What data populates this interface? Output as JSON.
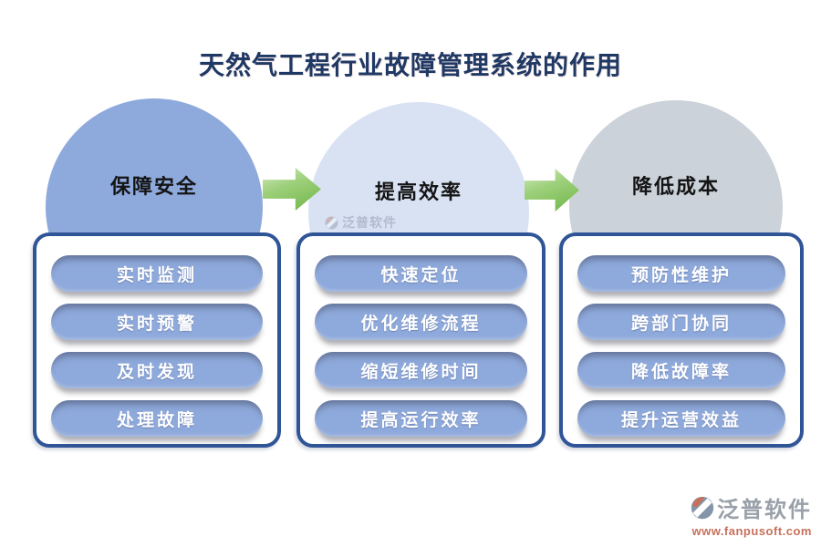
{
  "title": "天然气工程行业故障管理系统的作用",
  "diagram": {
    "columns": [
      {
        "circle_label": "保障安全",
        "items": [
          "实时监测",
          "实时预警",
          "及时发现",
          "处理故障"
        ]
      },
      {
        "circle_label": "提高效率",
        "items": [
          "快速定位",
          "优化维修流程",
          "缩短维修时间",
          "提高运行效率"
        ]
      },
      {
        "circle_label": "降低成本",
        "items": [
          "预防性维护",
          "跨部门协同",
          "降低故障率",
          "提升运营效益"
        ]
      }
    ],
    "arrow_direction": "right"
  },
  "watermark": {
    "text": "泛普软件"
  },
  "footer_logo": {
    "name": "泛普软件",
    "url": "www.fanpusoft.com"
  },
  "colors": {
    "title_text": "#1F3864",
    "circle_safety": "#8EA9DB",
    "circle_efficiency": "#D9E2F3",
    "circle_cost": "#CBD2DA",
    "panel_border": "#2F5597",
    "pill_fill": "#8EA9DB",
    "pill_text": "#FFFFFF",
    "arrow_green": "#6FB545",
    "logo_gray": "#8495A9",
    "logo_red": "#C96F56",
    "url_red": "#C7705C"
  }
}
